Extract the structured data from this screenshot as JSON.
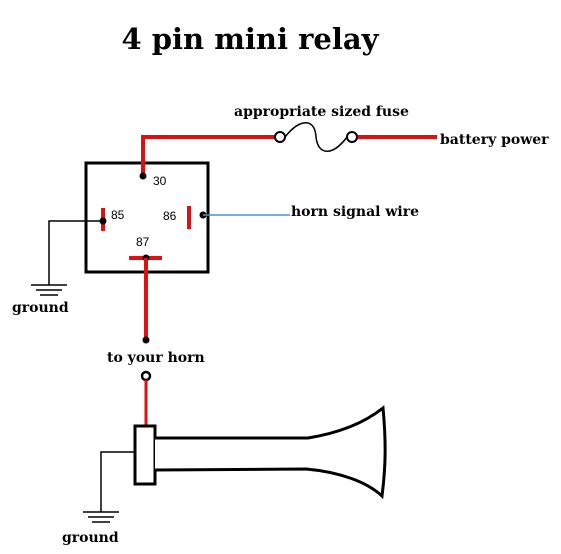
{
  "title": "4 pin mini relay",
  "labels": {
    "fuse": "appropriate sized fuse",
    "battery": "battery power",
    "horn_signal": "horn signal wire",
    "ground_top": "ground",
    "to_horn": "to your horn",
    "ground_bottom": "ground"
  },
  "pins": {
    "p30": "30",
    "p85": "85",
    "p86": "86",
    "p87": "87"
  },
  "colors": {
    "power_wire": "#e01010",
    "signal_wire": "#4a90d9",
    "ground_wire": "#000000",
    "relay_outline": "#000000"
  }
}
